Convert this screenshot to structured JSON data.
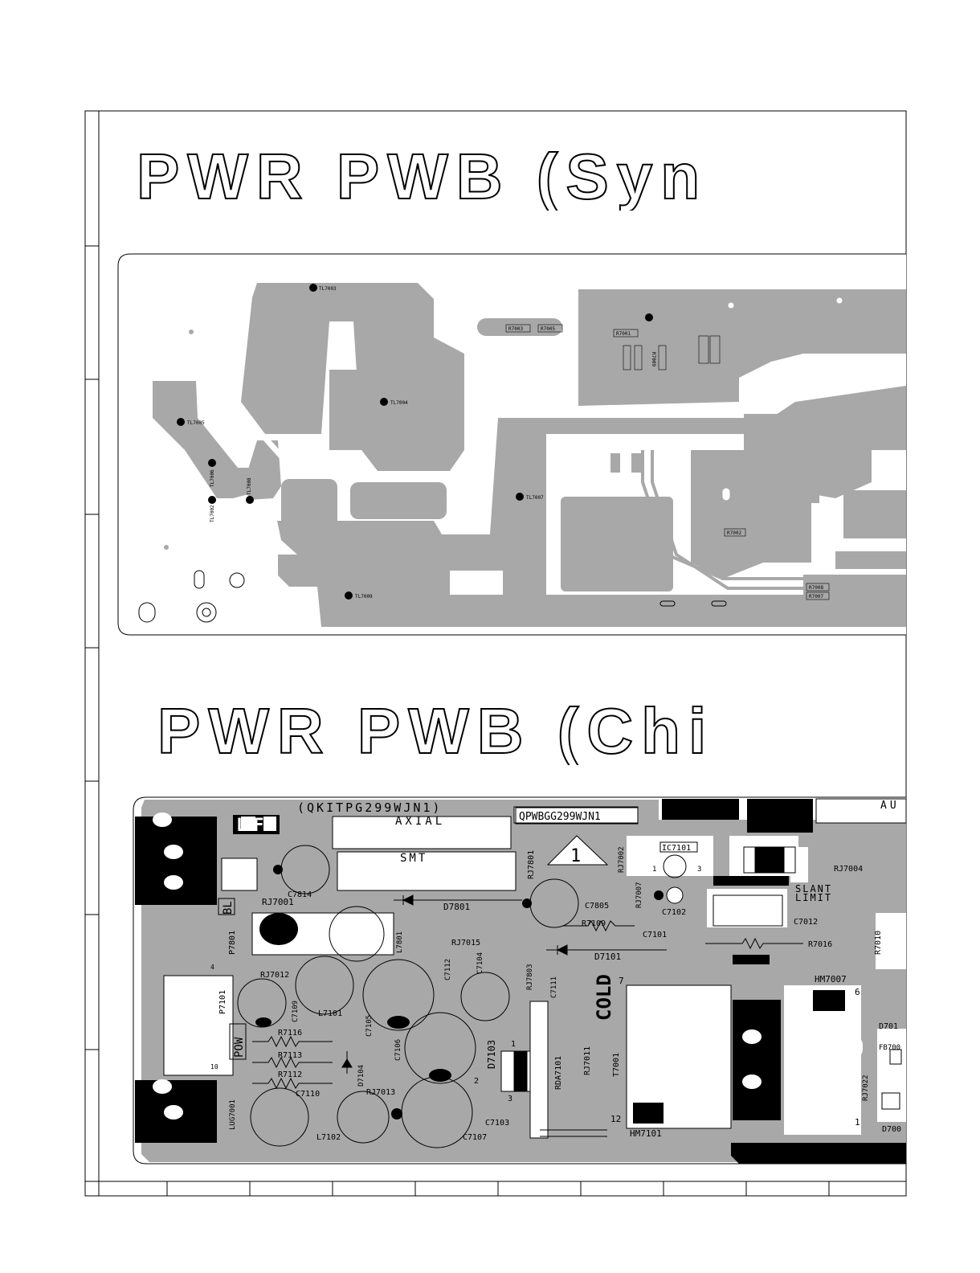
{
  "titles": {
    "top": "PWR PWB (Syn",
    "bottom": "PWR PWB (Chi"
  },
  "colors": {
    "copper": "#a8a8a8",
    "ink": "#000000",
    "paper": "#ffffff"
  },
  "solder_side": {
    "test_points": [
      "TL7003",
      "TL7004",
      "TL7005",
      "TL7006",
      "TL7002",
      "TL7008",
      "TL7007",
      "TL7009"
    ],
    "smd_labels": [
      "R7003",
      "R7005",
      "R7001",
      "R7002",
      "R7008",
      "R7007",
      "R7009"
    ]
  },
  "component_side": {
    "board_code": "(QKITPG299WJN1)",
    "pwb_code": "QPWBGG299WJN1",
    "axial": "AXIAL",
    "smt": "SMT",
    "lf_mark": "LF",
    "warning_number": "1",
    "cold_mark": "COLD",
    "partial_box": "AU",
    "slant_limit": [
      "SLANT",
      "LIMIT"
    ],
    "connector_labels": [
      "BL",
      "POW"
    ],
    "parts": [
      "C7814",
      "RJ7001",
      "D7801",
      "RJ7801",
      "C7805",
      "RJ7002",
      "IC7101",
      "RJ7004",
      "RJ7007",
      "C7102",
      "C7012",
      "R7109",
      "C7101",
      "RJ7015",
      "L7801",
      "P7801",
      "R7016",
      "R7010",
      "D7101",
      "RJ7012",
      "C7112",
      "C7104",
      "RJ7803",
      "C7111",
      "HM7007",
      "P7101",
      "C7109",
      "L7101",
      "C7105",
      "C7106",
      "R7116",
      "R7113",
      "R7112",
      "D7104",
      "D7103",
      "RDA7101",
      "RJ7011",
      "T7001",
      "C7110",
      "RJ7013",
      "LUG7001",
      "L7102",
      "C7103",
      "C7107",
      "HM7101",
      "RJ7022",
      "D701",
      "FB700",
      "D700"
    ],
    "pin_numbers": [
      "1",
      "3",
      "4",
      "10",
      "7",
      "6",
      "2",
      "12",
      "1",
      "2",
      "3",
      "1"
    ]
  }
}
